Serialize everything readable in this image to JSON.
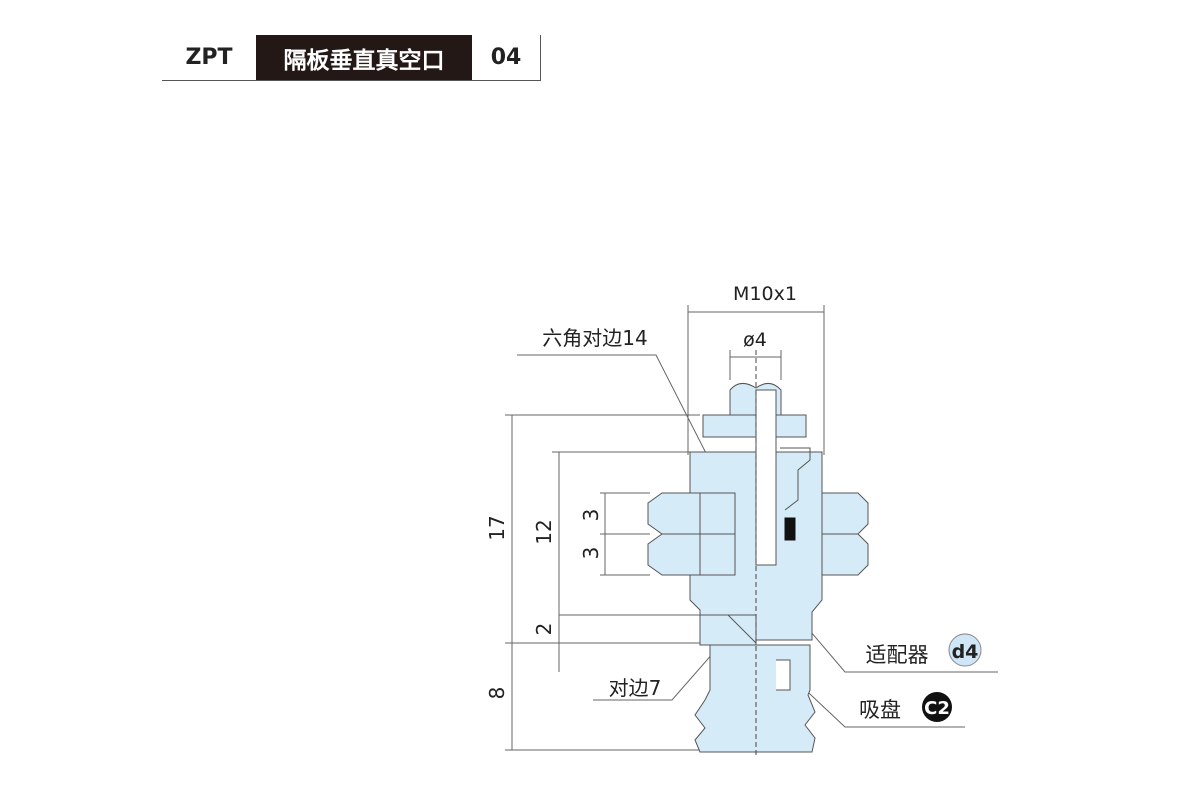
{
  "header": {
    "series": "ZPT",
    "title": "隔板垂直真空口",
    "size": "04"
  },
  "drawing": {
    "thread": "M10x1",
    "port_dia": "ø4",
    "hex_label": "六角对边14",
    "flat_label": "对边7",
    "dims": {
      "total": "17",
      "body": "12",
      "nut1": "3",
      "nut2": "3",
      "neck": "2",
      "pad": "8"
    },
    "adapter": {
      "label": "适配器",
      "badge": "d4"
    },
    "pad_part": {
      "label": "吸盘",
      "badge": "C2"
    },
    "colors": {
      "fill": "#d6ebf8",
      "line": "#555555",
      "badge_light": "#cfe6f6",
      "badge_dark": "#111111"
    }
  }
}
